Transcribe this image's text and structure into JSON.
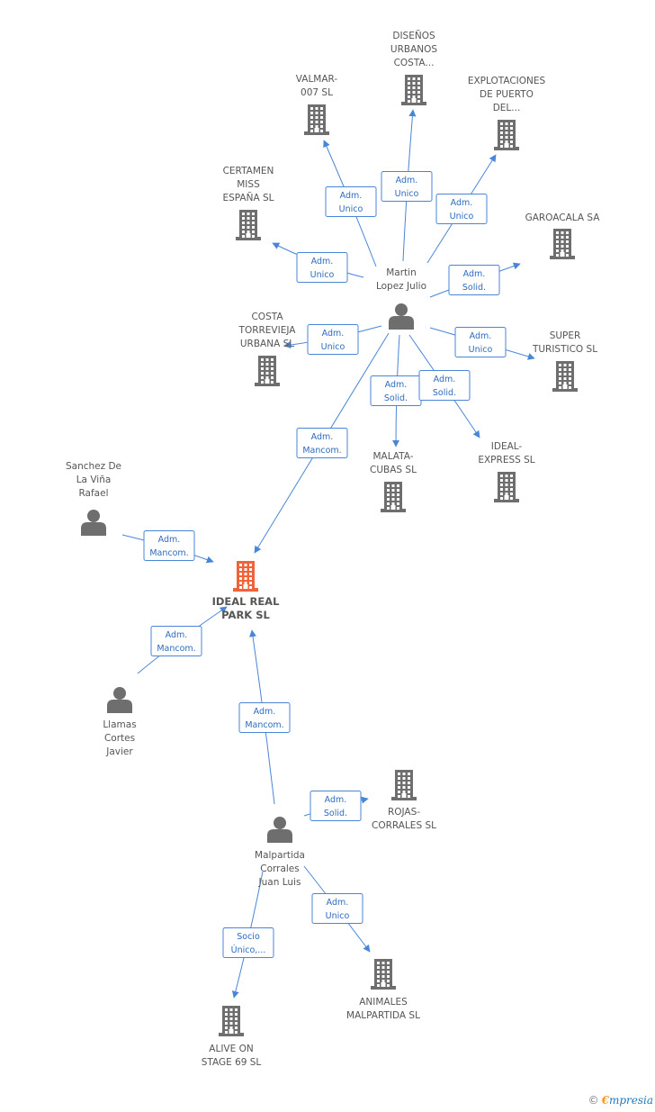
{
  "colors": {
    "edge": "#4a86d8",
    "edge_text": "#2d6bbf",
    "node": "#6e6e6e",
    "main_node": "#f0623a",
    "label": "#555555"
  },
  "nodes": [
    {
      "id": "ideal_real_park",
      "type": "company",
      "main": true,
      "lines": [
        "IDEAL REAL",
        "PARK SL"
      ]
    },
    {
      "id": "martin",
      "type": "person",
      "lines": [
        "Martin",
        "Lopez Julio"
      ]
    },
    {
      "id": "sanchez",
      "type": "person",
      "lines": [
        "Sanchez De",
        "La Viña",
        "Rafael"
      ]
    },
    {
      "id": "llamas",
      "type": "person",
      "lines": [
        "Llamas",
        "Cortes",
        "Javier"
      ]
    },
    {
      "id": "malpartida",
      "type": "person",
      "lines": [
        "Malpartida",
        "Corrales",
        "Juan Luis"
      ]
    },
    {
      "id": "disenos",
      "type": "company",
      "lines": [
        "DISEÑOS",
        "URBANOS",
        "COSTA..."
      ]
    },
    {
      "id": "valmar",
      "type": "company",
      "lines": [
        "VALMAR-",
        "007 SL"
      ]
    },
    {
      "id": "explotaciones",
      "type": "company",
      "lines": [
        "EXPLOTACIONES",
        "DE PUERTO",
        "DEL..."
      ]
    },
    {
      "id": "certamen",
      "type": "company",
      "lines": [
        "CERTAMEN",
        "MISS",
        "ESPAÑA SL"
      ]
    },
    {
      "id": "garoacala",
      "type": "company",
      "lines": [
        "GAROACALA SA"
      ]
    },
    {
      "id": "costa_torrevieja",
      "type": "company",
      "lines": [
        "COSTA",
        "TORREVIEJA",
        "URBANA SL"
      ]
    },
    {
      "id": "super_turistico",
      "type": "company",
      "lines": [
        "SUPER",
        "TURISTICO SL"
      ]
    },
    {
      "id": "malata",
      "type": "company",
      "lines": [
        "MALATA-",
        "CUBAS SL"
      ]
    },
    {
      "id": "ideal_express",
      "type": "company",
      "lines": [
        "IDEAL-",
        "EXPRESS SL"
      ]
    },
    {
      "id": "rojas",
      "type": "company",
      "lines": [
        "ROJAS-",
        "CORRALES  SL"
      ]
    },
    {
      "id": "animales",
      "type": "company",
      "lines": [
        "ANIMALES",
        "MALPARTIDA SL"
      ]
    },
    {
      "id": "alive",
      "type": "company",
      "lines": [
        "ALIVE ON",
        "STAGE 69 SL"
      ]
    }
  ],
  "edges": [
    {
      "from": "martin",
      "to": "valmar",
      "label": [
        "Adm.",
        "Unico"
      ]
    },
    {
      "from": "martin",
      "to": "disenos",
      "label": [
        "Adm.",
        "Unico"
      ]
    },
    {
      "from": "martin",
      "to": "explotaciones",
      "label": [
        "Adm.",
        "Unico"
      ]
    },
    {
      "from": "martin",
      "to": "certamen",
      "label": [
        "Adm.",
        "Unico"
      ]
    },
    {
      "from": "martin",
      "to": "garoacala",
      "label": [
        "Adm.",
        "Solid."
      ]
    },
    {
      "from": "martin",
      "to": "costa_torrevieja",
      "label": [
        "Adm.",
        "Unico"
      ]
    },
    {
      "from": "martin",
      "to": "super_turistico",
      "label": [
        "Adm.",
        "Unico"
      ]
    },
    {
      "from": "martin",
      "to": "malata",
      "label": [
        "Adm.",
        "Solid."
      ]
    },
    {
      "from": "martin",
      "to": "ideal_express",
      "label": [
        "Adm.",
        "Solid."
      ]
    },
    {
      "from": "martin",
      "to": "ideal_real_park",
      "label": [
        "Adm.",
        "Mancom."
      ]
    },
    {
      "from": "sanchez",
      "to": "ideal_real_park",
      "label": [
        "Adm.",
        "Mancom."
      ]
    },
    {
      "from": "llamas",
      "to": "ideal_real_park",
      "label": [
        "Adm.",
        "Mancom."
      ]
    },
    {
      "from": "malpartida",
      "to": "ideal_real_park",
      "label": [
        "Adm.",
        "Mancom."
      ]
    },
    {
      "from": "malpartida",
      "to": "rojas",
      "label": [
        "Adm.",
        "Solid."
      ]
    },
    {
      "from": "malpartida",
      "to": "animales",
      "label": [
        "Adm.",
        "Unico"
      ]
    },
    {
      "from": "malpartida",
      "to": "alive",
      "label": [
        "Socio",
        "Único,..."
      ]
    }
  ],
  "watermark": {
    "copyright": "©",
    "brand_first": "€",
    "brand_rest": "mpresia"
  }
}
